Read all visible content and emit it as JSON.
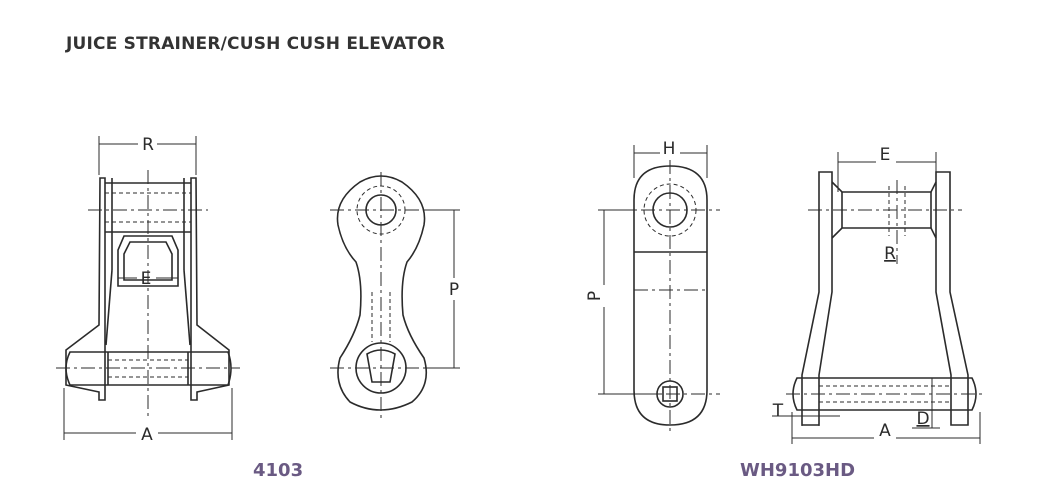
{
  "title": "JUICE STRAINER/CUSH CUSH ELEVATOR",
  "models": [
    "4103",
    "WH9103HD"
  ],
  "dimension_labels": {
    "R": "R",
    "E": "E",
    "A": "A",
    "P": "P",
    "H": "H",
    "T": "T",
    "D": "D"
  },
  "colors": {
    "line": "#2b2b2b",
    "title": "#333333",
    "model": "#6a5a83"
  }
}
